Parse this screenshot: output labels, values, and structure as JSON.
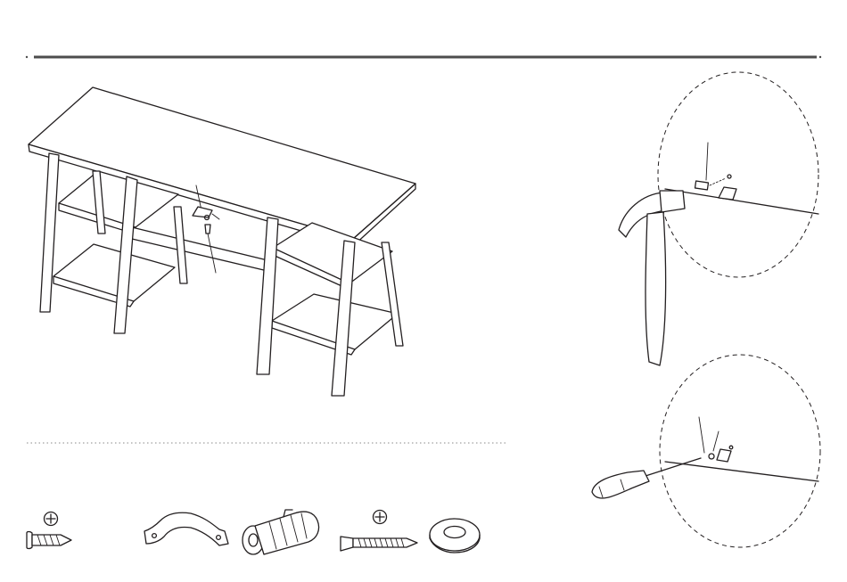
{
  "colors": {
    "ink": "#231f20",
    "rule": "#4d4d4d",
    "paper": "#ffffff"
  },
  "icons": {
    "main_illustration": "desk-assembly-illustration",
    "detail_top": "hammer-anchor-detail",
    "detail_bottom": "screwdriver-bracket-detail",
    "hardware": [
      "phillips-screw-icon",
      "metal-strap-bracket-icon",
      "plastic-wall-anchor-icon",
      "long-phillips-screw-icon",
      "flat-washer-icon"
    ]
  }
}
